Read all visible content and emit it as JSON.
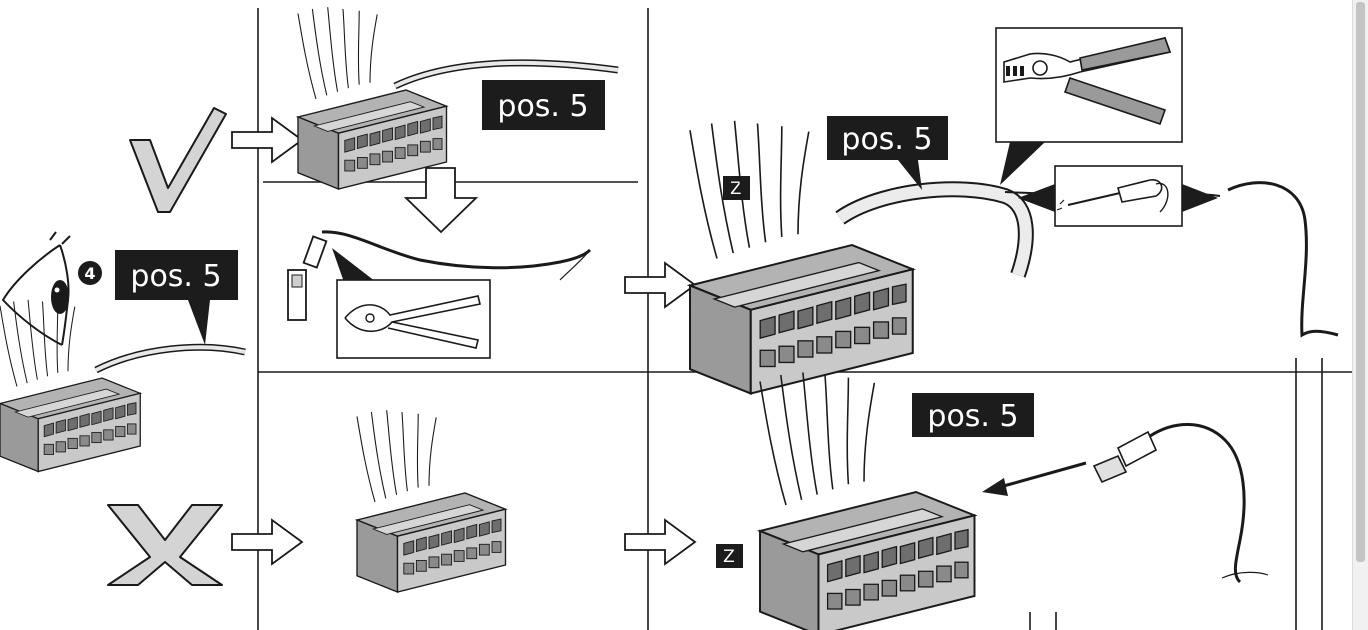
{
  "labels": {
    "pos_label": "pos. 5",
    "z_label": "Z",
    "step_number": "4"
  },
  "colors": {
    "ink": "#1a1a1a",
    "label_bg": "#1c1c1c",
    "label_text": "#ffffff",
    "connector_light": "#cfcfcf",
    "connector_mid": "#a9a9a9",
    "connector_dark": "#7d7d7d",
    "mark_fill": "#d4d4d4"
  },
  "icons": {
    "check_mark": "check-mark-icon",
    "cross_mark": "cross-mark-icon",
    "eye": "eye-icon",
    "pliers": "cutting-pliers-icon",
    "stripper": "wire-stripper-icon",
    "screwdriver": "screwdriver-icon",
    "arrow": "arrow-outline-icon",
    "connector": "connector-block-icon",
    "terminal": "terminal-pin-icon"
  }
}
